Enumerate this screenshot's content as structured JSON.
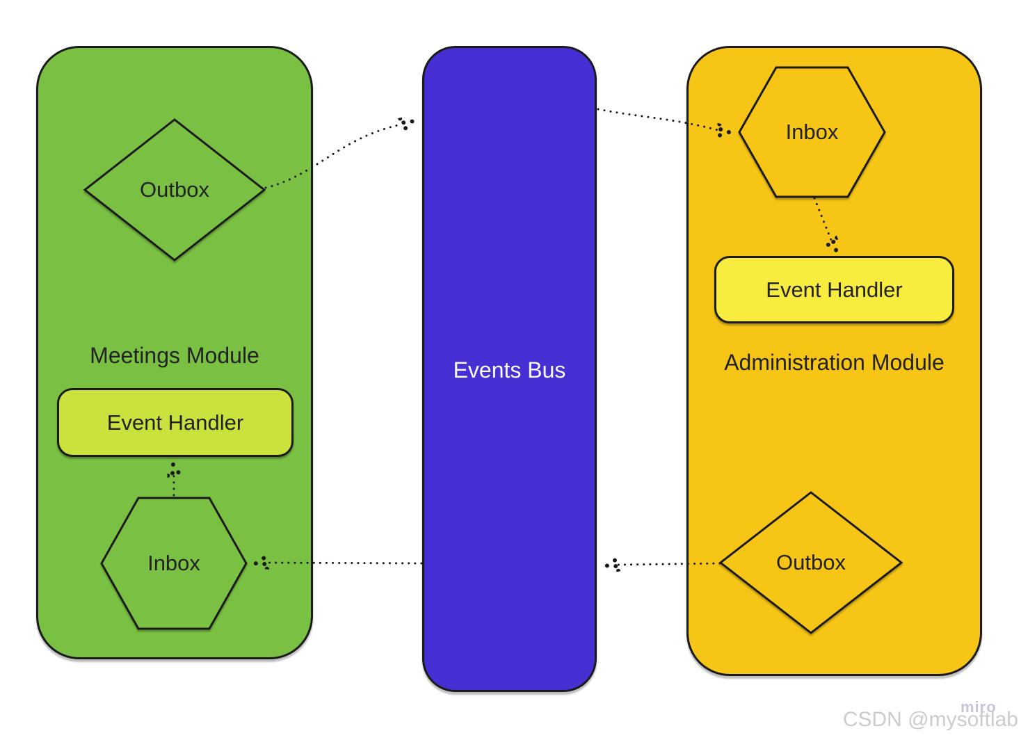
{
  "diagram": {
    "meetings": {
      "title": "Meetings Module",
      "outbox": "Outbox",
      "event_handler": "Event Handler",
      "inbox": "Inbox"
    },
    "events_bus": {
      "title": "Events Bus"
    },
    "administration": {
      "title": "Administration Module",
      "inbox": "Inbox",
      "event_handler": "Event Handler",
      "outbox": "Outbox"
    },
    "colors": {
      "module_green": "#7AC143",
      "handler_green": "#CBE13E",
      "bus_blue": "#4630D4",
      "module_orange": "#F6C516",
      "handler_yellow": "#F8EC3E",
      "stroke": "#1A1A1A",
      "text": "#222222",
      "bus_text": "#FAFAFA",
      "watermark": "#CBCBD1",
      "watermark_miro": "#C7C4DA"
    }
  },
  "watermark": {
    "csdn": "CSDN @mysoftlab",
    "miro": "miro"
  }
}
